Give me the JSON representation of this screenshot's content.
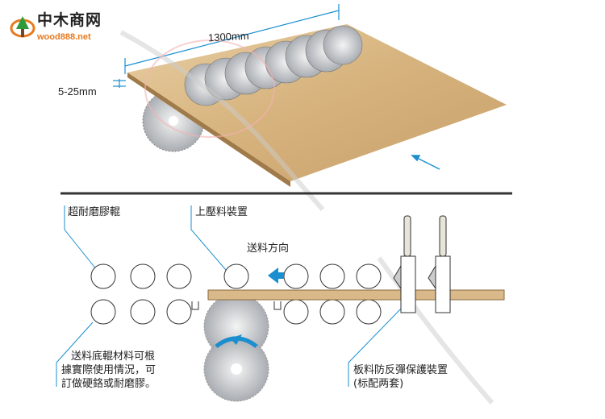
{
  "logo": {
    "name_cn": "中木商网",
    "domain": "wood888.net"
  },
  "top_diagram": {
    "width_label": "1300mm",
    "thickness_label": "5-25mm"
  },
  "bottom_diagram": {
    "roller_label": "超耐磨膠輥",
    "press_label": "上壓料裝置",
    "feed_direction_label": "送料方向",
    "roller_note": [
      "送料底輥材料可根",
      "據實際使用情況，可",
      "訂做硬鉻或耐磨膠。"
    ],
    "guard_note": [
      "板料防反彈保護裝置",
      "(标配两套)"
    ]
  },
  "colors": {
    "accent": "#1a8fd0",
    "wood": "#d9b98a",
    "rule": "#333333"
  }
}
